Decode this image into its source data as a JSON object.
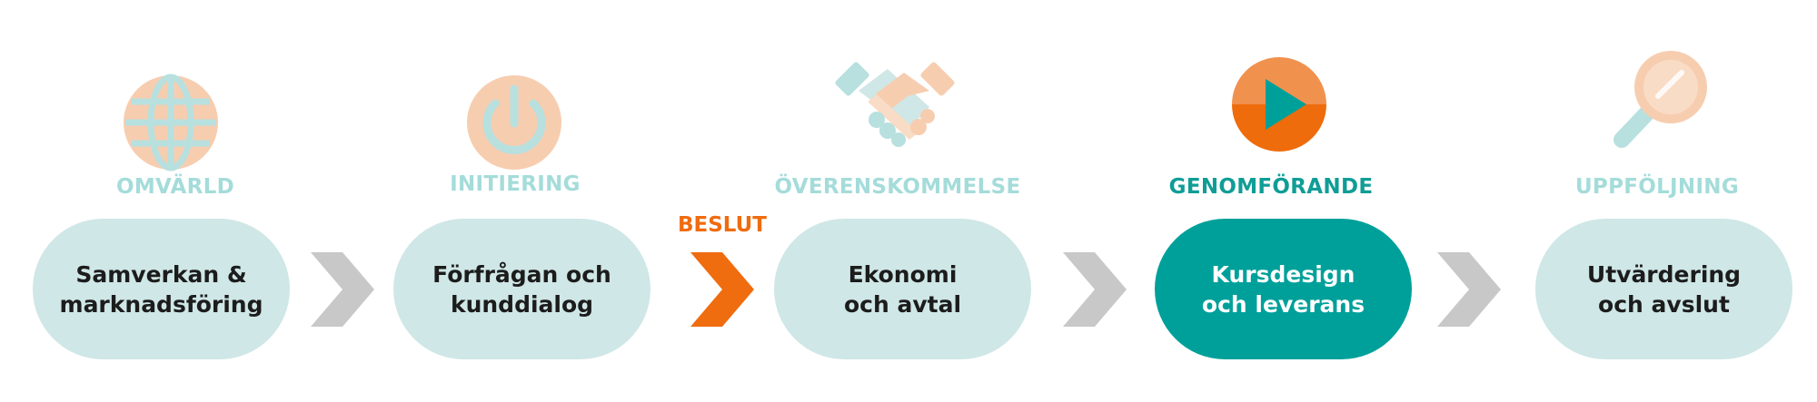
{
  "phases": [
    {
      "label": "OMVÄRLD",
      "box_line1": "Samverkan &",
      "box_line2": "marknadsföring",
      "icon": "globe-icon"
    },
    {
      "label": "INITIERING",
      "box_line1": "Förfrågan och",
      "box_line2": "kunddialog",
      "icon": "power-icon"
    },
    {
      "label": "ÖVERENSKOMMELSE",
      "box_line1": "Ekonomi",
      "box_line2": "och avtal",
      "icon": "handshake-icon"
    },
    {
      "label": "GENOMFÖRANDE",
      "box_line1": "Kursdesign",
      "box_line2": "och leverans",
      "icon": "play-icon"
    },
    {
      "label": "UPPFÖLJNING",
      "box_line1": "Utvärdering",
      "box_line2": "och avslut",
      "icon": "magnifier-icon"
    }
  ],
  "decision": {
    "label": "BESLUT"
  },
  "active_phase": "GENOMFÖRANDE",
  "colors": {
    "pill": "#cfe7e6",
    "pill_active": "#00a09a",
    "label": "#a4dcda",
    "label_active": "#0f9d96",
    "arrow": "#c8c8c8",
    "decision": "#ef6c0f",
    "icon_peach": "#f7cdb0",
    "icon_teal_light": "#b7e0df"
  }
}
